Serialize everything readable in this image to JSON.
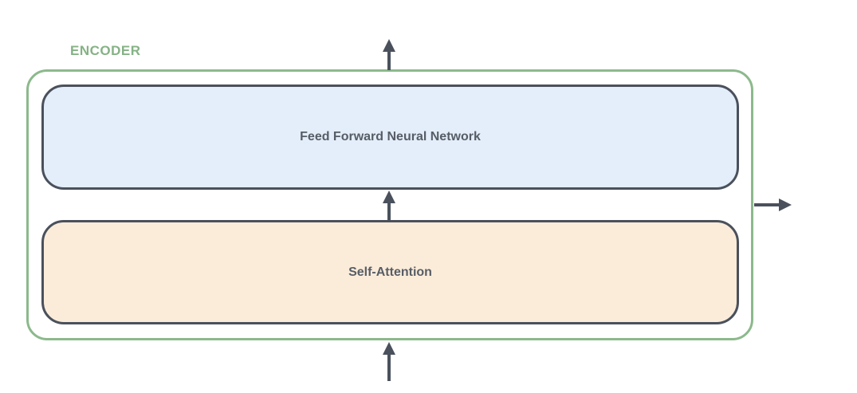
{
  "diagram": {
    "encoder_label": "ENCODER",
    "blocks": [
      {
        "id": "feed-forward",
        "label": "Feed Forward Neural Network",
        "fill": "#E3EEFA"
      },
      {
        "id": "self-attention",
        "label": "Self-Attention",
        "fill": "#FBECDA"
      }
    ],
    "arrows": [
      {
        "name": "output-arrow-up",
        "direction": "up",
        "position": "top-center"
      },
      {
        "name": "attention-to-ffnn-arrow",
        "direction": "up",
        "position": "between-blocks"
      },
      {
        "name": "input-arrow-up",
        "direction": "up",
        "position": "bottom-center"
      },
      {
        "name": "side-output-arrow",
        "direction": "right",
        "position": "right-middle"
      }
    ],
    "colors": {
      "background": "#FFFFFF",
      "encoder_border": "#8CB98C",
      "encoder_label_text": "#85B285",
      "block_border": "#4A515C",
      "block_text": "#575D66",
      "arrow": "#4A515C"
    }
  }
}
